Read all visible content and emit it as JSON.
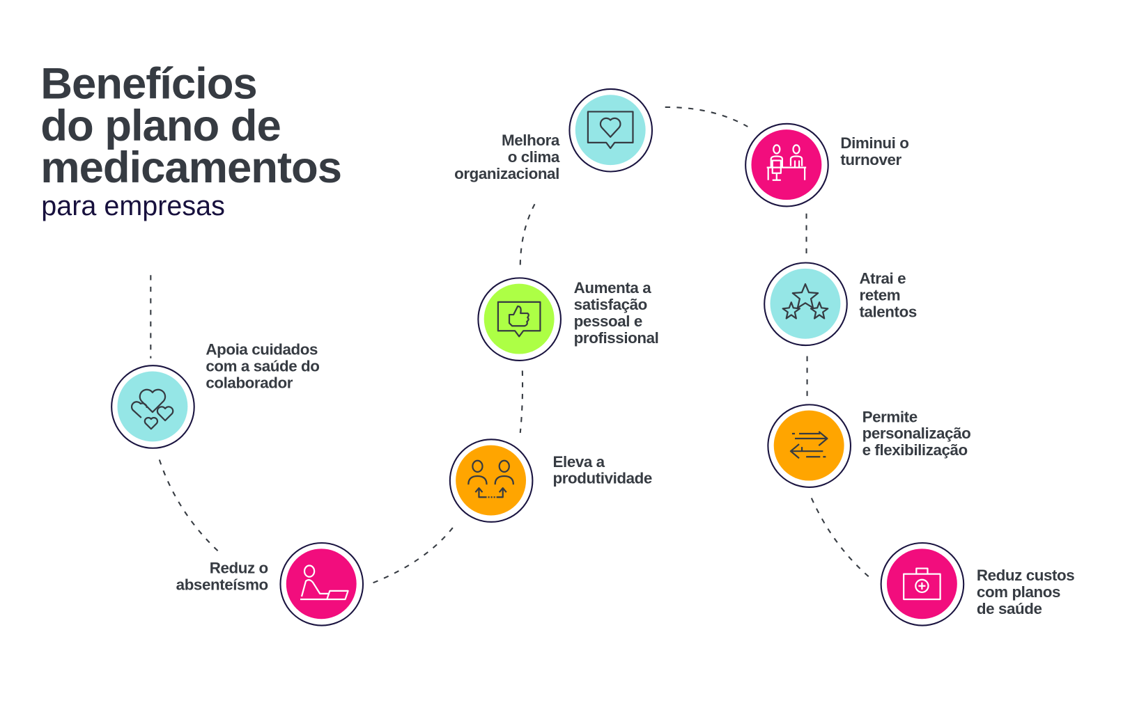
{
  "header": {
    "title_lines": [
      "Benefícios",
      "do plano de",
      "medicamentos"
    ],
    "subtitle": "para empresas"
  },
  "colors": {
    "text": "#363b42",
    "ring": "#1a1440",
    "cyan": "#95e6e6",
    "pink": "#f20d7d",
    "green": "#adff45",
    "orange": "#ffa500"
  },
  "benefits": [
    {
      "icon": "hearts-icon",
      "color": "#95e6e6",
      "lines": [
        "Apoia cuidados",
        "com a saúde do",
        "colaborador"
      ]
    },
    {
      "icon": "person-at-laptop-icon",
      "color": "#f20d7d",
      "lines": [
        "Reduz o",
        "absenteísmo"
      ]
    },
    {
      "icon": "team-exchange-icon",
      "color": "#ffa500",
      "lines": [
        "Eleva a",
        "produtividade"
      ]
    },
    {
      "icon": "thumbs-up-message-icon",
      "color": "#adff45",
      "lines": [
        "Aumenta a",
        "satisfação",
        "pessoal e",
        "profissional"
      ]
    },
    {
      "icon": "heart-message-icon",
      "color": "#95e6e6",
      "lines": [
        "Melhora",
        "o clima",
        "organizacional"
      ]
    },
    {
      "icon": "people-at-desk-icon",
      "color": "#f20d7d",
      "lines": [
        "Diminui o",
        "turnover"
      ]
    },
    {
      "icon": "stars-icon",
      "color": "#95e6e6",
      "lines": [
        "Atrai e",
        "retem",
        "talentos"
      ]
    },
    {
      "icon": "swap-arrows-icon",
      "color": "#ffa500",
      "lines": [
        "Permite",
        "personalização",
        "e flexibilização"
      ]
    },
    {
      "icon": "medical-kit-icon",
      "color": "#f20d7d",
      "lines": [
        "Reduz custos",
        "com planos",
        "de saúde"
      ]
    }
  ]
}
